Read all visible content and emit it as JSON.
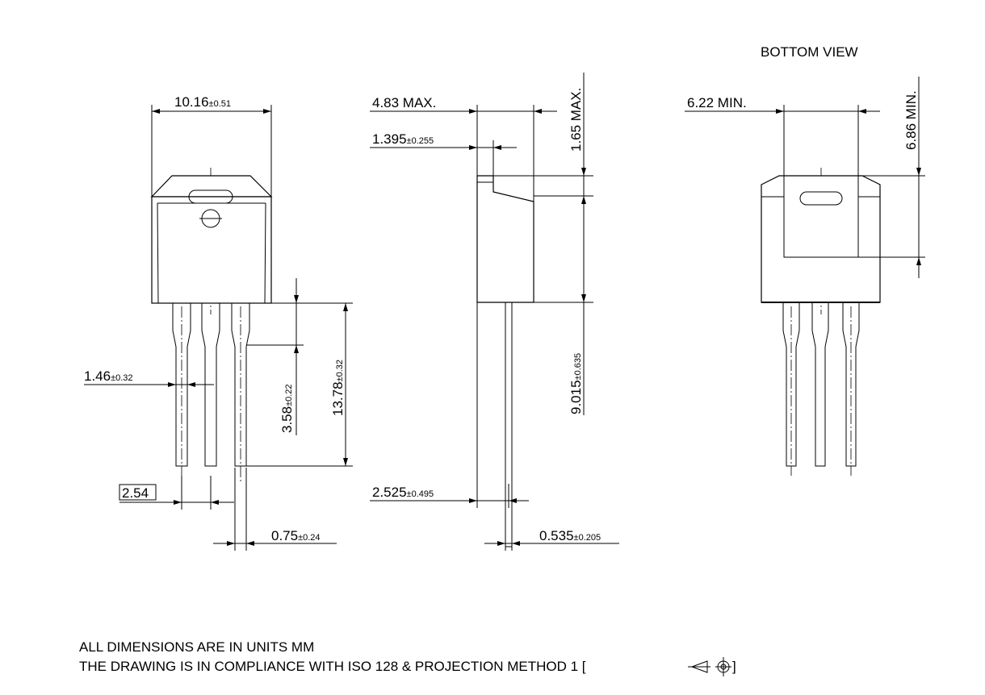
{
  "views": {
    "bottom_view_title": "BOTTOM VIEW"
  },
  "dimensions": {
    "body_width": {
      "value": "10.16",
      "tol": "±0.51"
    },
    "lead_width": {
      "value": "1.46",
      "tol": "±0.32"
    },
    "lead_pitch": {
      "value": "2.54"
    },
    "lead_thickness": {
      "value": "0.75",
      "tol": "±0.24"
    },
    "lead_shoulder": {
      "value": "3.58",
      "tol": "±0.22"
    },
    "lead_length": {
      "value": "13.78",
      "tol": "±0.32"
    },
    "body_thickness": {
      "value": "4.83 MAX."
    },
    "tab_thickness": {
      "value": "1.395",
      "tol": "±0.255"
    },
    "tab_height": {
      "value": "1.65 MAX."
    },
    "body_height": {
      "value": "9.015",
      "tol": "±0.635"
    },
    "lead_offset": {
      "value": "2.525",
      "tol": "±0.495"
    },
    "lead_dia": {
      "value": "0.535",
      "tol": "±0.205"
    },
    "heatsink_width": {
      "value": "6.22 MIN."
    },
    "heatsink_height": {
      "value": "6.86 MIN."
    }
  },
  "notes": {
    "units": "ALL DIMENSIONS ARE IN UNITS MM",
    "compliance_prefix": "THE DRAWING IS IN COMPLIANCE WITH ISO 128 & PROJECTION METHOD 1 [",
    "compliance_suffix": "]"
  },
  "icons": {
    "projection_symbol": "first-angle-projection-icon"
  }
}
